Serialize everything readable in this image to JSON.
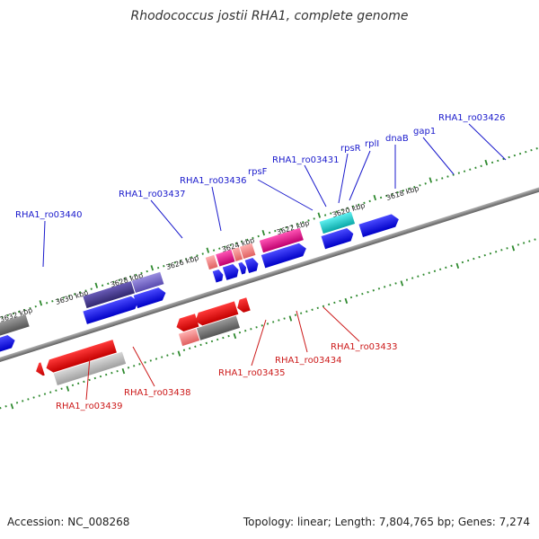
{
  "title": "Rhodococcus jostii RHA1, complete genome",
  "footer": {
    "accession": "Accession: NC_008268",
    "stats": "Topology: linear; Length: 7,804,765 bp; Genes: 7,274"
  },
  "colors": {
    "backbone": "#8c8c8c",
    "tick_dots": "#2f8a2f",
    "label_top": "#1a1acc",
    "label_bottom": "#cc1a1a",
    "cds_blue": "#1a1ae6",
    "red": "#e60000",
    "grey": "#888888",
    "pink_light": "#f08080",
    "purple": "#4a3e8f",
    "magenta": "#e6008a",
    "cyan": "#11c9c9",
    "olive": "#6b8e23"
  },
  "scale_labels": [
    {
      "text": "3632 kbp"
    },
    {
      "text": "3630 kbp"
    },
    {
      "text": "3628 kbp"
    },
    {
      "text": "3626 kbp"
    },
    {
      "text": "3624 kbp"
    },
    {
      "text": "3622 kbp"
    },
    {
      "text": "3620 kbp"
    },
    {
      "text": "3618 kbp"
    }
  ],
  "genes_top": [
    {
      "label": "RHA1_ro03440"
    },
    {
      "label": "RHA1_ro03437"
    },
    {
      "label": "RHA1_ro03436"
    },
    {
      "label": "rpsF"
    },
    {
      "label": "RHA1_ro03431"
    },
    {
      "label": "rpsR"
    },
    {
      "label": "rplI"
    },
    {
      "label": "dnaB"
    },
    {
      "label": "gap1"
    },
    {
      "label": "RHA1_ro03426"
    }
  ],
  "genes_bottom": [
    {
      "label": "RHA1_ro03439"
    },
    {
      "label": "RHA1_ro03438"
    },
    {
      "label": "RHA1_ro03435"
    },
    {
      "label": "RHA1_ro03434"
    },
    {
      "label": "RHA1_ro03433"
    }
  ]
}
